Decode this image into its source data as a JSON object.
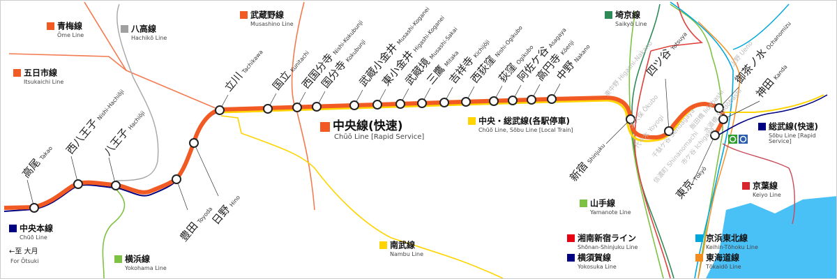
{
  "main_line": {
    "name_jp": "中央線(快速)",
    "name_en": "Chūō Line [Rapid Service]",
    "color": "#f15a22"
  },
  "stations": [
    {
      "jp": "高尾",
      "en": "Takao"
    },
    {
      "jp": "西八王子",
      "en": "Nishi-Hachiōji"
    },
    {
      "jp": "八王子",
      "en": "Hachiōji"
    },
    {
      "jp": "豊田",
      "en": "Toyoda"
    },
    {
      "jp": "日野",
      "en": "Hino"
    },
    {
      "jp": "立川",
      "en": "Tachikawa"
    },
    {
      "jp": "国立",
      "en": "Kunitachi"
    },
    {
      "jp": "西国分寺",
      "en": "Nishi-Kokubunji"
    },
    {
      "jp": "国分寺",
      "en": "Kokubunji"
    },
    {
      "jp": "武蔵小金井",
      "en": "Musashi-Koganei"
    },
    {
      "jp": "東小金井",
      "en": "Higashi-Koganei"
    },
    {
      "jp": "武蔵境",
      "en": "Musashi-Sakai"
    },
    {
      "jp": "三鷹",
      "en": "Mitaka"
    },
    {
      "jp": "吉祥寺",
      "en": "Kichijōji"
    },
    {
      "jp": "西荻窪",
      "en": "Nishi-Ogikubo"
    },
    {
      "jp": "荻窪",
      "en": "Ogikubo"
    },
    {
      "jp": "阿佐ケ谷",
      "en": "Asagaya"
    },
    {
      "jp": "高円寺",
      "en": "Kōenji"
    },
    {
      "jp": "中野",
      "en": "Nakano"
    },
    {
      "jp": "新宿",
      "en": "Shinjuku"
    },
    {
      "jp": "四ツ谷",
      "en": "Yotsuya"
    },
    {
      "jp": "御茶ノ水",
      "en": "Ochanomizu"
    },
    {
      "jp": "神田",
      "en": "Kanda"
    },
    {
      "jp": "東京",
      "en": "Tōkyō"
    }
  ],
  "local_stations": [
    {
      "jp": "東中野",
      "en": "Higashi-Nakano"
    },
    {
      "jp": "大久保",
      "en": "Ōkubo"
    },
    {
      "jp": "代々木",
      "en": "Yoyogi"
    },
    {
      "jp": "千駄ケ谷",
      "en": "Sendagaya"
    },
    {
      "jp": "信濃町",
      "en": "Shinanomachi"
    },
    {
      "jp": "市ケ谷",
      "en": "Ichigaya"
    },
    {
      "jp": "飯田橋",
      "en": "Iidabashi"
    },
    {
      "jp": "水道橋",
      "en": "Suidōbashi"
    },
    {
      "jp": "上野",
      "en": "Ueno"
    }
  ],
  "legends": [
    {
      "id": "ome",
      "jp": "青梅線",
      "en": "Ōme Line",
      "color": "#f15a22"
    },
    {
      "id": "hachiko",
      "jp": "八高線",
      "en": "Hachikō Line",
      "color": "#a0a0a0"
    },
    {
      "id": "itsukaichi",
      "jp": "五日市線",
      "en": "Itsukaichi Line",
      "color": "#f15a22"
    },
    {
      "id": "musashino",
      "jp": "武蔵野線",
      "en": "Musashino Line",
      "color": "#f15a22"
    },
    {
      "id": "saikyo",
      "jp": "埼京線",
      "en": "Saikyō Line",
      "color": "#2e8b57"
    },
    {
      "id": "chuo-main",
      "jp": "中央本線",
      "en": "Chūō Line",
      "color": "#000080"
    },
    {
      "id": "yokohama",
      "jp": "横浜線",
      "en": "Yokohama Line",
      "color": "#7dc242"
    },
    {
      "id": "nambu",
      "jp": "南武線",
      "en": "Nambu Line",
      "color": "#ffd400"
    },
    {
      "id": "chuo-sobu-local",
      "jp": "中央・総武線(各駅停車)",
      "en": "Chūō Line, Sōbu Line [Local Train]",
      "color": "#ffd400"
    },
    {
      "id": "sobu-rapid",
      "jp": "総武線(快速)",
      "en": "Sōbu Line [Rapid Service]",
      "color": "#000080"
    },
    {
      "id": "keiyo",
      "jp": "京葉線",
      "en": "Keiyo Line",
      "color": "#d7262e"
    },
    {
      "id": "yamanote",
      "jp": "山手線",
      "en": "Yamanote Line",
      "color": "#7dc242"
    },
    {
      "id": "shonan",
      "jp": "湘南新宿ライン",
      "en": "Shōnan-Shinjuku Line",
      "color": "#e60012"
    },
    {
      "id": "yokosuka",
      "jp": "横須賀線",
      "en": "Yokosuka Line",
      "color": "#000080"
    },
    {
      "id": "keihin",
      "jp": "京浜東北線",
      "en": "Keihin-Tōhoku Line",
      "color": "#00a7db"
    },
    {
      "id": "tokaido",
      "jp": "東海道線",
      "en": "Tōkaidō Line",
      "color": "#f68b1e"
    }
  ],
  "for_otsuki": {
    "jp": "←至 大月",
    "en": "For Ōtsuki"
  }
}
